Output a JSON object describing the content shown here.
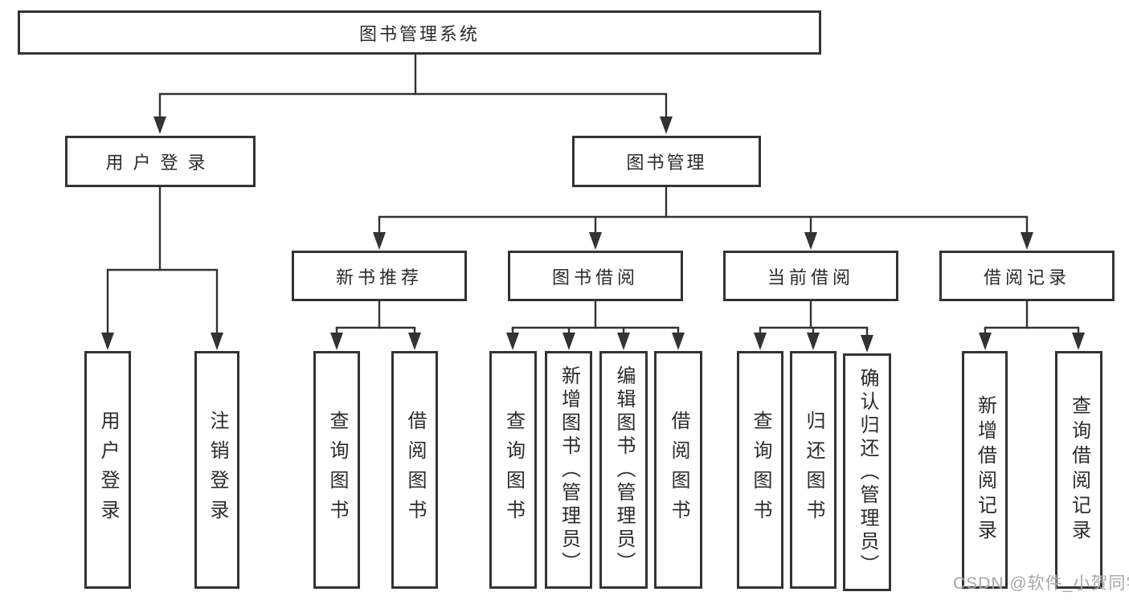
{
  "diagram": {
    "tree": {
      "label": "图书管理系统",
      "children": [
        {
          "label": "用户登录",
          "children": [
            {
              "label": "用户登录"
            },
            {
              "label": "注销登录"
            }
          ]
        },
        {
          "label": "图书管理",
          "children": [
            {
              "label": "新书推荐",
              "children": [
                {
                  "label": "查询图书"
                },
                {
                  "label": "借阅图书"
                }
              ]
            },
            {
              "label": "图书借阅",
              "children": [
                {
                  "label": "查询图书"
                },
                {
                  "label": "新增图书（管理员）"
                },
                {
                  "label": "编辑图书（管理员）"
                },
                {
                  "label": "借阅图书"
                }
              ]
            },
            {
              "label": "当前借阅",
              "children": [
                {
                  "label": "查询图书"
                },
                {
                  "label": "归还图书"
                },
                {
                  "label": "确认归还（管理员）"
                }
              ]
            },
            {
              "label": "借阅记录",
              "children": [
                {
                  "label": "新增借阅记录"
                },
                {
                  "label": "查询借阅记录"
                }
              ]
            }
          ]
        }
      ]
    }
  },
  "watermark": "CSDN @软件_小贺同学",
  "colors": {
    "line": "#333333",
    "box-border": "#333333",
    "text": "#2b2b2b",
    "watermark": "#a8a8a8",
    "background": "#ffffff"
  }
}
